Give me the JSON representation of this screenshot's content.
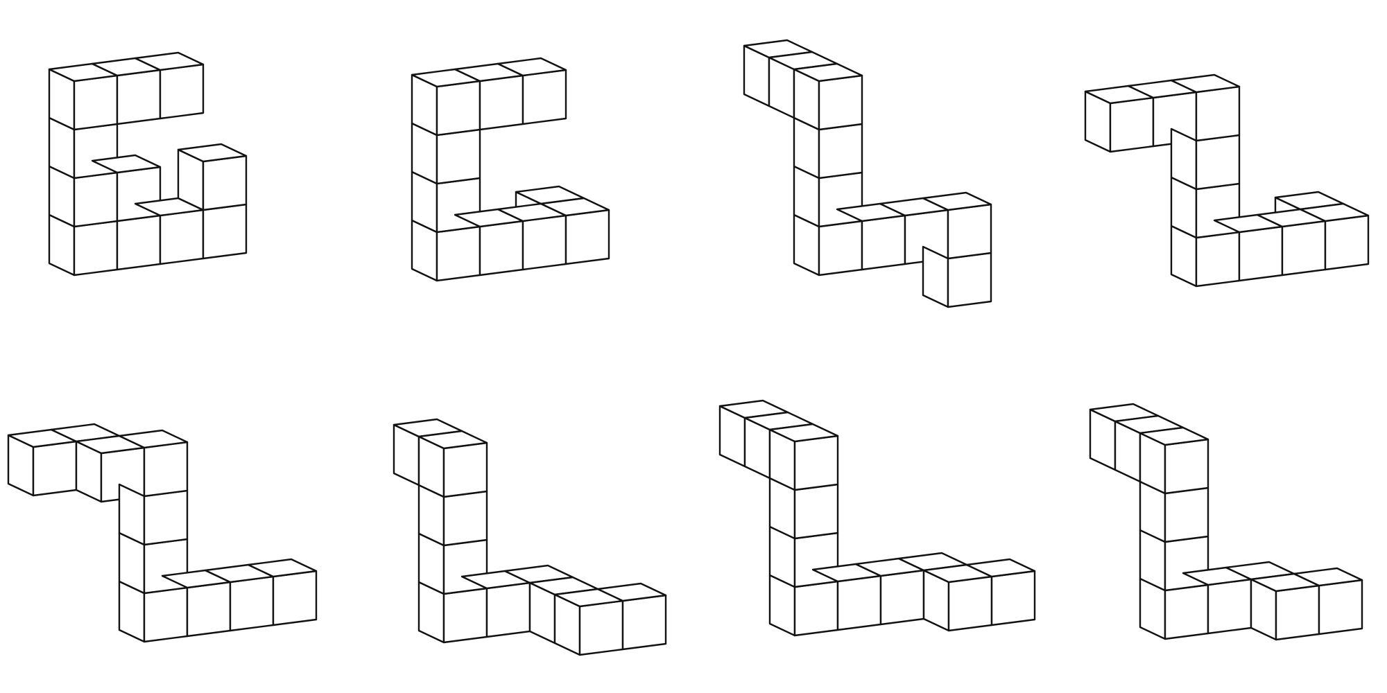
{
  "description_free": true,
  "colors": {
    "background": "#ffffff",
    "edge": "#111111",
    "face": "#ffffff"
  },
  "figures": [
    {
      "id": "figure-1",
      "cubes": [
        [
          0,
          0,
          3
        ],
        [
          1,
          0,
          3
        ],
        [
          2,
          0,
          3
        ],
        [
          0,
          0,
          2
        ],
        [
          0,
          0,
          1
        ],
        [
          1,
          0,
          1
        ],
        [
          0,
          0,
          0
        ],
        [
          1,
          0,
          0
        ],
        [
          2,
          0,
          0
        ],
        [
          3,
          0,
          0
        ],
        [
          3,
          0,
          1
        ]
      ]
    },
    {
      "id": "figure-2",
      "cubes": [
        [
          0,
          0,
          3
        ],
        [
          1,
          0,
          3
        ],
        [
          2,
          0,
          3
        ],
        [
          0,
          0,
          2
        ],
        [
          0,
          0,
          1
        ],
        [
          0,
          0,
          0
        ],
        [
          1,
          0,
          0
        ],
        [
          2,
          0,
          0
        ],
        [
          3,
          0,
          0
        ],
        [
          3,
          1,
          0
        ]
      ]
    },
    {
      "id": "figure-3",
      "cubes": [
        [
          0,
          2,
          3
        ],
        [
          0,
          1,
          3
        ],
        [
          0,
          0,
          3
        ],
        [
          0,
          0,
          2
        ],
        [
          0,
          0,
          1
        ],
        [
          0,
          0,
          0
        ],
        [
          1,
          0,
          0
        ],
        [
          2,
          0,
          0
        ],
        [
          3,
          0,
          0
        ],
        [
          3,
          0,
          -1
        ]
      ]
    },
    {
      "id": "figure-4",
      "cubes": [
        [
          -2,
          0,
          3
        ],
        [
          -1,
          0,
          3
        ],
        [
          0,
          0,
          3
        ],
        [
          0,
          0,
          2
        ],
        [
          0,
          0,
          1
        ],
        [
          0,
          0,
          0
        ],
        [
          1,
          0,
          0
        ],
        [
          2,
          0,
          0
        ],
        [
          3,
          0,
          0
        ],
        [
          3,
          1,
          0
        ]
      ]
    },
    {
      "id": "figure-5",
      "cubes": [
        [
          -2,
          1,
          3
        ],
        [
          -1,
          1,
          3
        ],
        [
          -1,
          0,
          3
        ],
        [
          0,
          0,
          3
        ],
        [
          0,
          0,
          2
        ],
        [
          0,
          0,
          1
        ],
        [
          0,
          0,
          0
        ],
        [
          1,
          0,
          0
        ],
        [
          2,
          0,
          0
        ],
        [
          3,
          0,
          0
        ]
      ]
    },
    {
      "id": "figure-6",
      "cubes": [
        [
          0,
          1,
          3
        ],
        [
          0,
          0,
          3
        ],
        [
          0,
          0,
          2
        ],
        [
          0,
          0,
          1
        ],
        [
          0,
          0,
          0
        ],
        [
          1,
          0,
          0
        ],
        [
          2,
          0,
          0
        ],
        [
          2,
          -1,
          0
        ],
        [
          2,
          -2,
          0
        ],
        [
          3,
          -2,
          0
        ]
      ]
    },
    {
      "id": "figure-7",
      "cubes": [
        [
          0,
          2,
          3
        ],
        [
          0,
          1,
          3
        ],
        [
          0,
          0,
          3
        ],
        [
          0,
          0,
          2
        ],
        [
          0,
          0,
          1
        ],
        [
          0,
          0,
          0
        ],
        [
          1,
          0,
          0
        ],
        [
          2,
          0,
          0
        ],
        [
          3,
          0,
          0
        ],
        [
          3,
          -1,
          0
        ],
        [
          4,
          -1,
          0
        ]
      ]
    },
    {
      "id": "figure-8",
      "cubes": [
        [
          0,
          2,
          3
        ],
        [
          0,
          1,
          3
        ],
        [
          0,
          0,
          3
        ],
        [
          0,
          0,
          2
        ],
        [
          0,
          0,
          1
        ],
        [
          0,
          0,
          0
        ],
        [
          1,
          0,
          0
        ],
        [
          2,
          0,
          0
        ],
        [
          2,
          -1,
          0
        ],
        [
          3,
          -1,
          0
        ]
      ]
    }
  ]
}
